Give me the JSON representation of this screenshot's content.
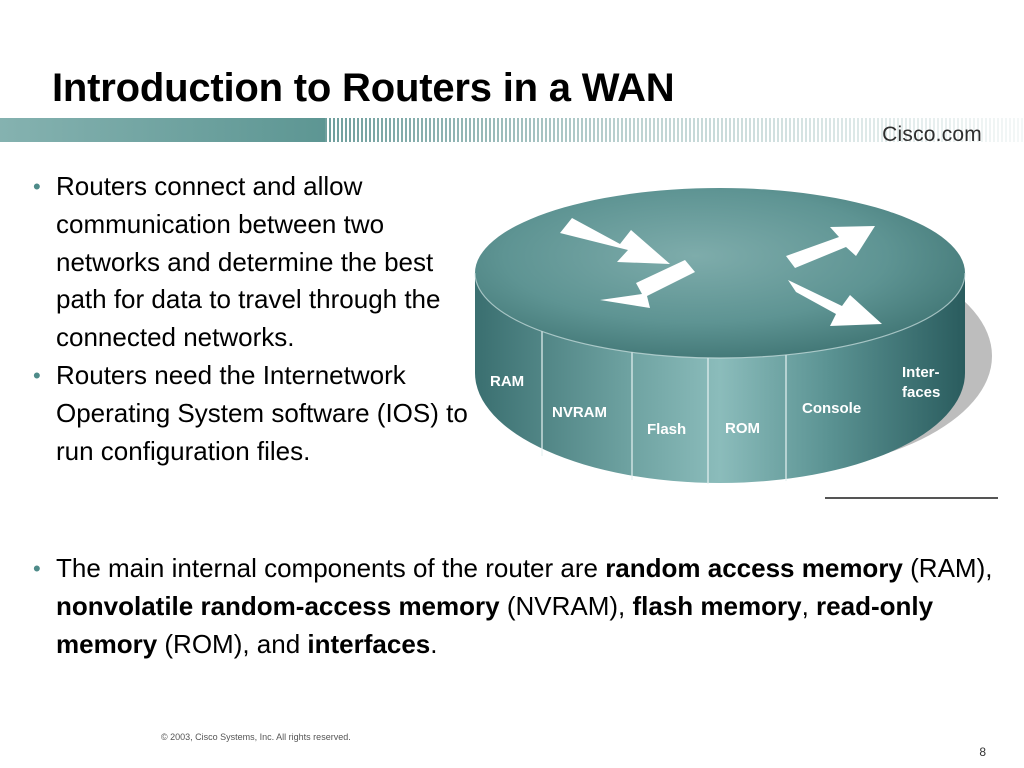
{
  "slide": {
    "title": "Introduction to Routers in a WAN",
    "brand": "Cisco.com",
    "copyright": "© 2003, Cisco Systems, Inc. All rights reserved.",
    "page_number": "8"
  },
  "bullets_top": [
    "Routers connect and allow communication between two networks and determine the best path for data to travel through the connected networks.",
    "Routers need the Internetwork Operating System software (IOS) to run configuration files."
  ],
  "bullet_bottom": {
    "t1": "The main internal components of the router are ",
    "b1": "random access memory",
    "t2": " (RAM), ",
    "b2": "nonvolatile random-access memory",
    "t3": " (NVRAM), ",
    "b3": "flash memory",
    "t4": ", ",
    "b4": "read-only memory",
    "t5": " (ROM), and ",
    "b5": "interfaces",
    "t6": "."
  },
  "router": {
    "segments": [
      "RAM",
      "NVRAM",
      "Flash",
      "ROM",
      "Console",
      "Inter-",
      "faces"
    ],
    "icon": "router-arrows-icon"
  },
  "colors": {
    "teal_dark": "#2e6466",
    "teal_mid": "#5b9393",
    "teal_light": "#8ec0bf",
    "bullet": "#4e8b89"
  }
}
